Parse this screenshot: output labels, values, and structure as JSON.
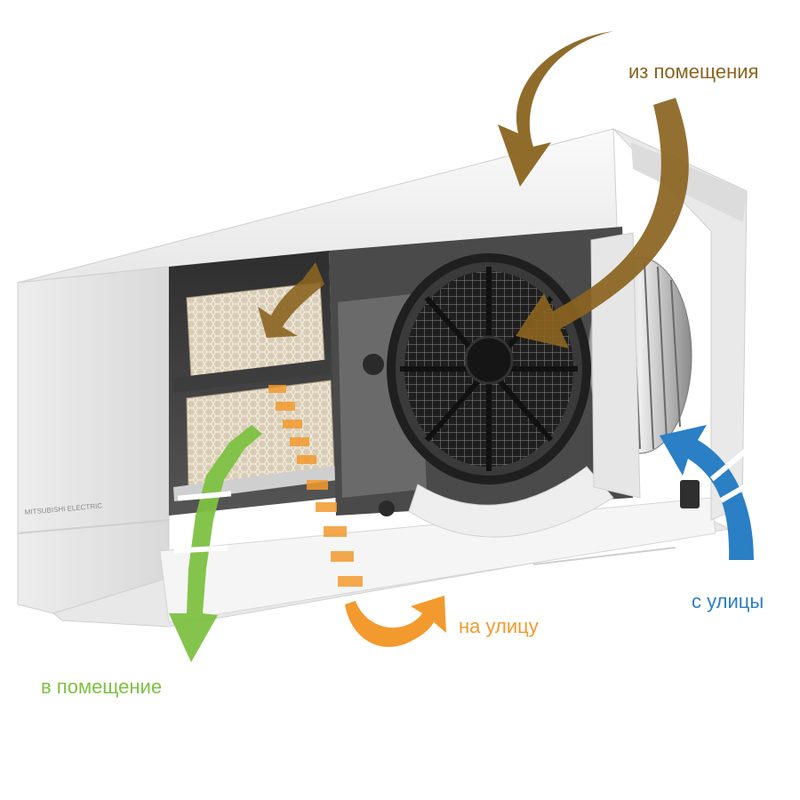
{
  "brand": "MITSUBISHI ELECTRIC",
  "labels": {
    "from_room": "из помещения",
    "to_room": "в помещение",
    "to_outside": "на улицу",
    "from_street": "с улицы"
  },
  "colors": {
    "exhaust_air": "#8a6420",
    "supply_air": "#7dc142",
    "outside_exhaust": "#f39a2e",
    "fresh_air": "#2b7fc5",
    "housing": "#f2f2f2"
  }
}
